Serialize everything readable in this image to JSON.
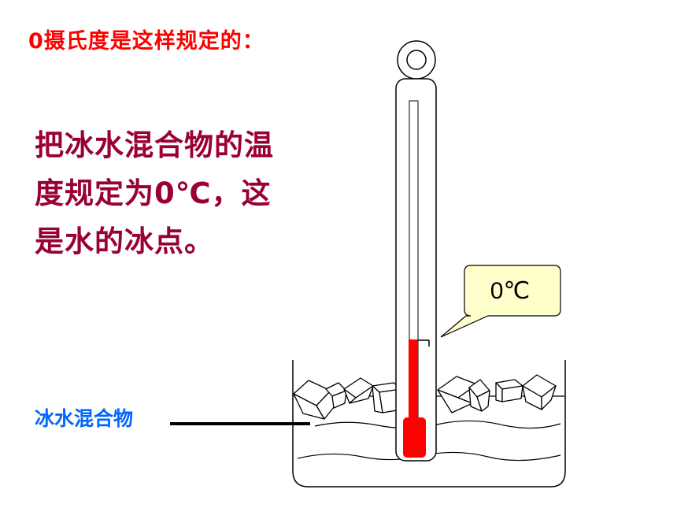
{
  "slide": {
    "heading": "0摄氏度是这样规定的：",
    "body_lines": [
      "把冰水混合物的温",
      "度规定为0℃，这",
      "是水的冰点。"
    ],
    "mixture_label": "冰水混合物",
    "callout_reading": "0℃"
  },
  "colors": {
    "heading": "#ff0000",
    "body_text": "#990033",
    "mixture_label": "#0066ff",
    "callout_fill": "#ffffcc",
    "mercury": "#ff0000"
  },
  "illustration": {
    "objects": [
      "thermometer",
      "beaker",
      "ice-cubes",
      "water",
      "callout-bubble"
    ]
  }
}
